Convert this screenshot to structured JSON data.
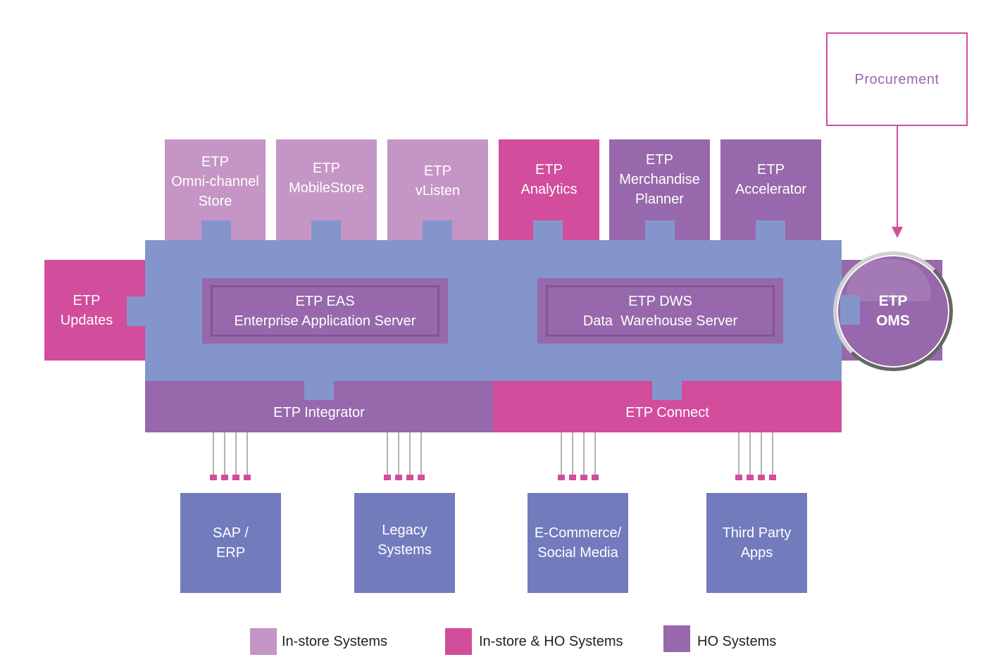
{
  "procurement": {
    "label": "Procurement"
  },
  "top_modules": [
    {
      "lines": [
        "ETP",
        "Omni-channel",
        "Store"
      ],
      "category": "in-store"
    },
    {
      "lines": [
        "ETP",
        "MobileStore"
      ],
      "category": "in-store"
    },
    {
      "lines": [
        "ETP",
        "vListen"
      ],
      "category": "in-store"
    },
    {
      "lines": [
        "ETP",
        "Analytics"
      ],
      "category": "in-store-ho"
    },
    {
      "lines": [
        "ETP",
        "Merchandise",
        "Planner"
      ],
      "category": "ho"
    },
    {
      "lines": [
        "ETP",
        "Accelerator"
      ],
      "category": "ho"
    }
  ],
  "updates": {
    "lines": [
      "ETP",
      "Updates"
    ]
  },
  "eas": {
    "lines": [
      "ETP EAS",
      "Enterprise Application Server"
    ]
  },
  "dws": {
    "lines": [
      "ETP DWS",
      "Data  Warehouse Server"
    ]
  },
  "oms": {
    "lines": [
      "ETP",
      "OMS"
    ]
  },
  "integrator": {
    "label": "ETP Integrator"
  },
  "connect": {
    "label": "ETP Connect"
  },
  "external_systems": [
    {
      "lines": [
        "SAP /",
        "ERP"
      ]
    },
    {
      "lines": [
        "Legacy",
        "Systems"
      ]
    },
    {
      "lines": [
        "E-Commerce/",
        "Social Media"
      ]
    },
    {
      "lines": [
        "Third Party",
        "Apps"
      ]
    }
  ],
  "legend": [
    {
      "label": "In-store Systems",
      "color": "#c595c5"
    },
    {
      "label": "In-store & HO Systems",
      "color": "#d24d9c"
    },
    {
      "label": "HO Systems",
      "color": "#9768ab"
    }
  ],
  "colors": {
    "hub": "#8495cc",
    "in_store": "#c595c5",
    "in_store_ho": "#d24d9c",
    "ho": "#9768ab",
    "external": "#727cbc",
    "procurement": "#b0489c"
  }
}
